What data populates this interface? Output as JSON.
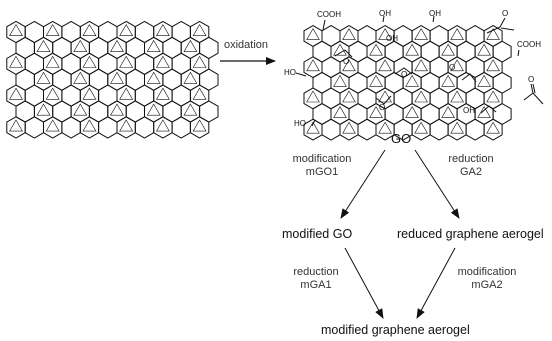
{
  "reaction": {
    "arrow_label": "oxidation",
    "product_label": "GO"
  },
  "go_groups": {
    "cooh_top": "COOH",
    "oh_top_1": "OH",
    "oh_top_2": "OH",
    "oh_upper": "OH",
    "cooh_right": "COOH",
    "ho_left": "HO",
    "ho_bottom": "HO",
    "oh_lower": "OH",
    "o_epoxy_1": "O",
    "o_epoxy_2": "O",
    "o_epoxy_3": "O",
    "o_epoxy_4": "O",
    "o_ketone_1": "O",
    "o_ketone_2": "O"
  },
  "scheme": {
    "path_left_top": {
      "line1": "modification",
      "line2": "mGO1"
    },
    "path_right_top": {
      "line1": "reduction",
      "line2": "GA2"
    },
    "node_left": "modified GO",
    "node_right": "reduced graphene aerogel",
    "path_left_bottom": {
      "line1": "reduction",
      "line2": "mGA1"
    },
    "path_right_bottom": {
      "line1": "modification",
      "line2": "mGA2"
    },
    "node_bottom": "modified graphene aerogel"
  },
  "colors": {
    "ink": "#111111",
    "label": "#333333",
    "background": "#ffffff"
  }
}
